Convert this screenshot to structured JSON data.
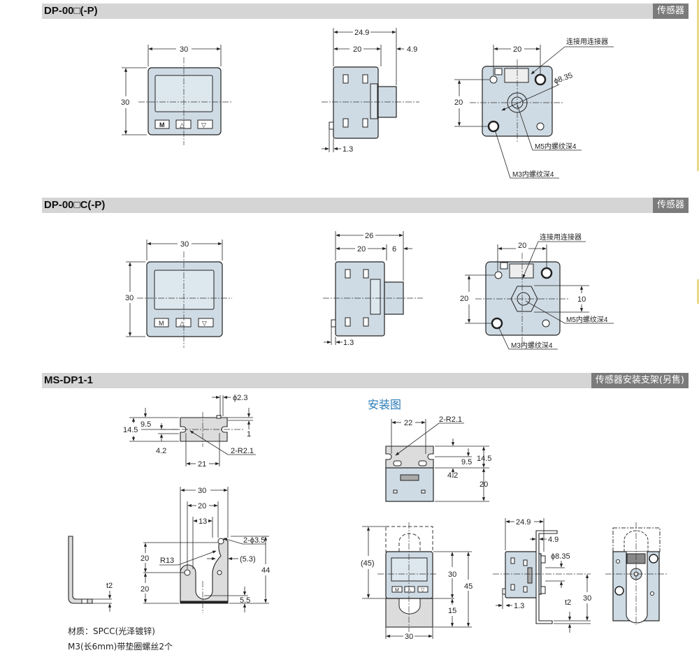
{
  "sections": [
    {
      "title": "DP-00□(-P)",
      "tag": "传感器"
    },
    {
      "title": "DP-00□C(-P)",
      "tag": "传感器"
    },
    {
      "title": "MS-DP1-1",
      "tag": "传感器安装支架(另售)"
    }
  ],
  "buttons": [
    "M",
    "△",
    "▽"
  ],
  "s1": {
    "front_w": "30",
    "front_h": "30",
    "side_total": "24.9",
    "side_body": "20",
    "side_proj": "4.9",
    "side_foot": "1.3",
    "back_w": "20",
    "back_h": "20",
    "connector": "连接用连接器",
    "dia": "ϕ8.35",
    "m5": "M5内螺纹深4",
    "m3": "M3内螺纹深4"
  },
  "s2": {
    "front_w": "30",
    "front_h": "30",
    "side_total": "26",
    "side_body": "20",
    "side_proj": "6",
    "side_foot": "1.3",
    "back_w": "20",
    "back_h": "20",
    "hex": "10",
    "connector": "连接用连接器",
    "m5": "M5内螺纹深4",
    "m3": "M3内螺纹深4"
  },
  "s3": {
    "top": {
      "dia": "ϕ2.3",
      "h": "14.5",
      "slot": "9.5",
      "t": "1",
      "off": "4.2",
      "r": "2-R2.1",
      "w": "21"
    },
    "front": {
      "w": "30",
      "w2": "20",
      "w3": "13",
      "holes": "2-ϕ3.5",
      "h1": "20",
      "r": "R13",
      "off": "(5.3)",
      "h2": "20",
      "h": "44",
      "b": "5.5"
    },
    "side": {
      "t": "t2"
    },
    "install_title": "安装图",
    "install_top": {
      "w": "22",
      "r": "2-R2.1",
      "h": "14.5",
      "slot": "9.5",
      "off": "4.2",
      "body": "20"
    },
    "install_front": {
      "tot": "(45)",
      "h": "30",
      "h2": "45",
      "b": "15",
      "w": "30"
    },
    "install_side": {
      "w": "24.9",
      "p": "4.9",
      "dia": "ϕ8.35",
      "f": "1.3",
      "t": "t2",
      "h": "30"
    },
    "notes": [
      "材质：SPCC(光泽镀锌)",
      "M3(长6mm)带垫圈螺丝2个"
    ]
  }
}
